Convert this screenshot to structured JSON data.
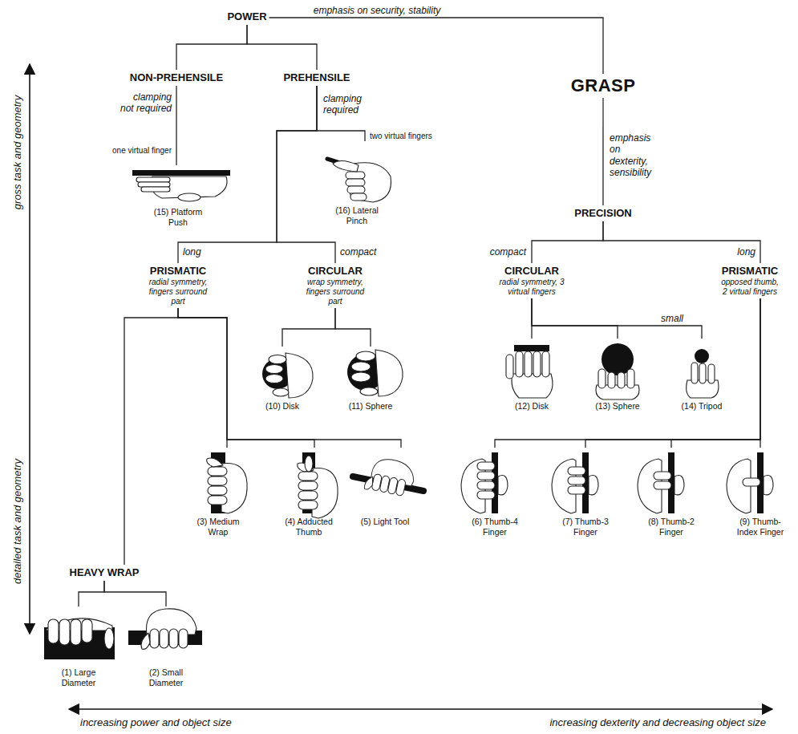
{
  "diagram": {
    "nodes": [
      {
        "text": [
          "GRASP"
        ]
      },
      {
        "text": [
          "POWER"
        ]
      },
      {
        "text": [
          "PRECISION"
        ]
      },
      {
        "text": [
          "NON-PREHENSILE"
        ]
      },
      {
        "text": [
          "PREHENSILE"
        ]
      },
      {
        "text": [
          "(15) Platform Push"
        ]
      },
      {
        "text": [
          "(16) Lateral Pinch"
        ]
      },
      {
        "text": [
          "PRISMATIC",
          "radial symmetry, fingers surround part"
        ]
      },
      {
        "text": [
          "CIRCULAR",
          "wrap symmetry, fingers surround part"
        ]
      },
      {
        "text": [
          "HEAVY WRAP"
        ]
      },
      {
        "text": [
          "(1) Large Diameter"
        ]
      },
      {
        "text": [
          "(2) Small Diameter"
        ]
      },
      {
        "text": [
          "(3) Medium Wrap"
        ]
      },
      {
        "text": [
          "(4) Adducted Thumb"
        ]
      },
      {
        "text": [
          "(5) Light Tool"
        ]
      },
      {
        "text": [
          "(10) Disk"
        ]
      },
      {
        "text": [
          "(11) Sphere"
        ]
      },
      {
        "text": [
          "CIRCULAR",
          "radial symmetry, 3 virtual fingers"
        ]
      },
      {
        "text": [
          "PRISMATIC",
          "opposed thumb, 2 virtual fingers"
        ]
      },
      {
        "text": [
          "(12) Disk"
        ]
      },
      {
        "text": [
          "(13) Sphere"
        ]
      },
      {
        "text": [
          "(14) Tripod"
        ]
      },
      {
        "text": [
          "(6) Thumb-4 Finger"
        ]
      },
      {
        "text": [
          "(7) Thumb-3 Finger"
        ]
      },
      {
        "text": [
          "(8) Thumb-2 Finger"
        ]
      },
      {
        "text": [
          "(9) Thumb-Index Finger"
        ]
      }
    ],
    "edges": [
      {
        "from": 0,
        "to": 1,
        "arrow": "none",
        "label": "emphasis on security, stability"
      },
      {
        "from": 0,
        "to": 2,
        "arrow": "none",
        "label": "emphasis on dexterity, sensibility"
      },
      {
        "from": 1,
        "to": 3,
        "arrow": "none"
      },
      {
        "from": 1,
        "to": 4,
        "arrow": "none"
      },
      {
        "from": 3,
        "to": 5,
        "arrow": "none",
        "label": "clamping not required"
      },
      {
        "from": 4,
        "to": 6,
        "arrow": "none",
        "label": "two virtual fingers"
      },
      {
        "from": 4,
        "to": 7,
        "arrow": "none",
        "label": "long"
      },
      {
        "from": 4,
        "to": 8,
        "arrow": "none",
        "label": "compact"
      },
      {
        "from": 7,
        "to": 9,
        "arrow": "none"
      },
      {
        "from": 7,
        "to": 12,
        "arrow": "none"
      },
      {
        "from": 7,
        "to": 13,
        "arrow": "none"
      },
      {
        "from": 7,
        "to": 14,
        "arrow": "none"
      },
      {
        "from": 9,
        "to": 10,
        "arrow": "none"
      },
      {
        "from": 9,
        "to": 11,
        "arrow": "none"
      },
      {
        "from": 8,
        "to": 15,
        "arrow": "none"
      },
      {
        "from": 8,
        "to": 16,
        "arrow": "none"
      },
      {
        "from": 2,
        "to": 17,
        "arrow": "none",
        "label": "compact"
      },
      {
        "from": 2,
        "to": 18,
        "arrow": "none",
        "label": "long"
      },
      {
        "from": 17,
        "to": 19,
        "arrow": "none"
      },
      {
        "from": 17,
        "to": 20,
        "arrow": "none"
      },
      {
        "from": 17,
        "to": 21,
        "arrow": "none",
        "label": "small"
      },
      {
        "from": 18,
        "to": 22,
        "arrow": "none"
      },
      {
        "from": 18,
        "to": 23,
        "arrow": "none"
      },
      {
        "from": 18,
        "to": 24,
        "arrow": "none"
      },
      {
        "from": 18,
        "to": 25,
        "arrow": "none"
      }
    ],
    "labels": [
      "one virtual finger",
      "clamping required",
      "gross task and geometry",
      "detailed task and geometry",
      "increasing power and object size",
      "increasing dexterity and decreasing object size"
    ]
  }
}
